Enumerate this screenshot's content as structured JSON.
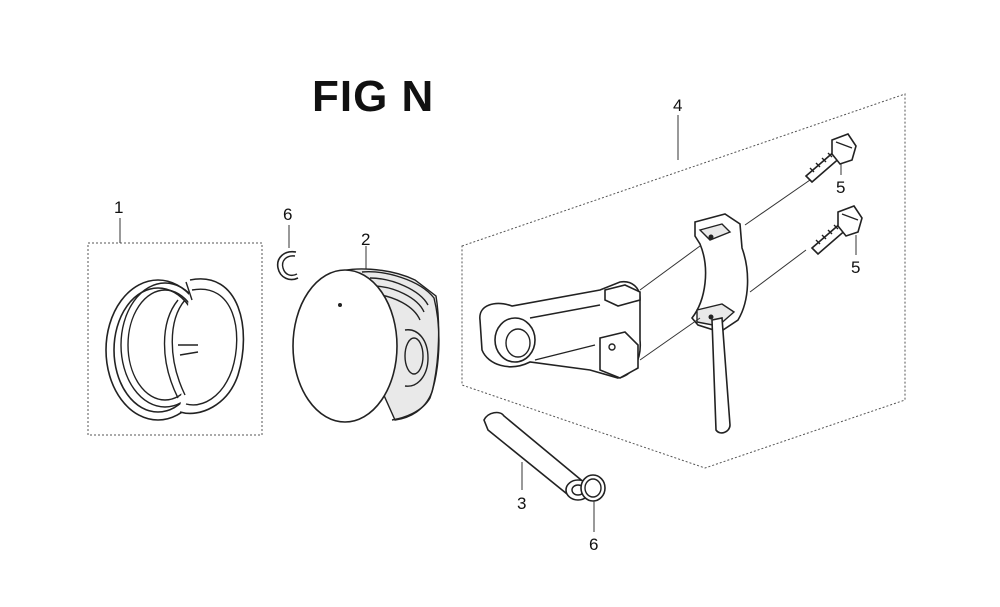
{
  "figure": {
    "title": "FIG N"
  },
  "callouts": {
    "c1": "1",
    "c2": "2",
    "c3": "3",
    "c4": "4",
    "c5a": "5",
    "c5b": "5",
    "c6a": "6",
    "c6b": "6"
  }
}
